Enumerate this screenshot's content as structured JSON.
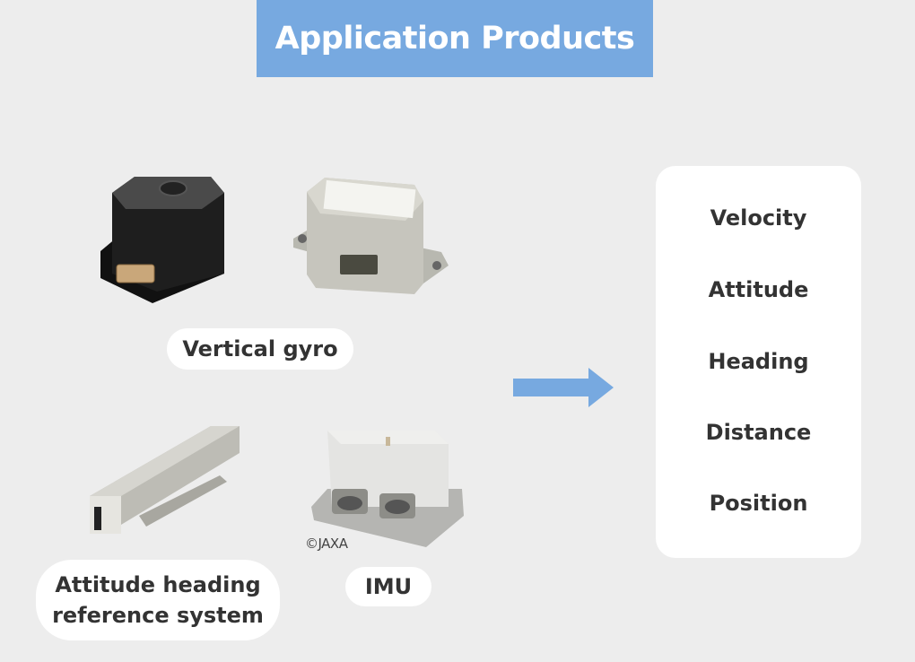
{
  "title": "Application Products",
  "colors": {
    "background": "#ededed",
    "accent": "#77a9e0",
    "card": "#ffffff",
    "text": "#333333"
  },
  "products": {
    "vertical_gyro": {
      "label": "Vertical gyro"
    },
    "ahrs": {
      "label_line1": "Attitude heading",
      "label_line2": "reference system"
    },
    "imu": {
      "label": "IMU",
      "credit": "©JAXA"
    }
  },
  "arrow_icon": "right-arrow-icon",
  "outputs": [
    "Velocity",
    "Attitude",
    "Heading",
    "Distance",
    "Position"
  ]
}
